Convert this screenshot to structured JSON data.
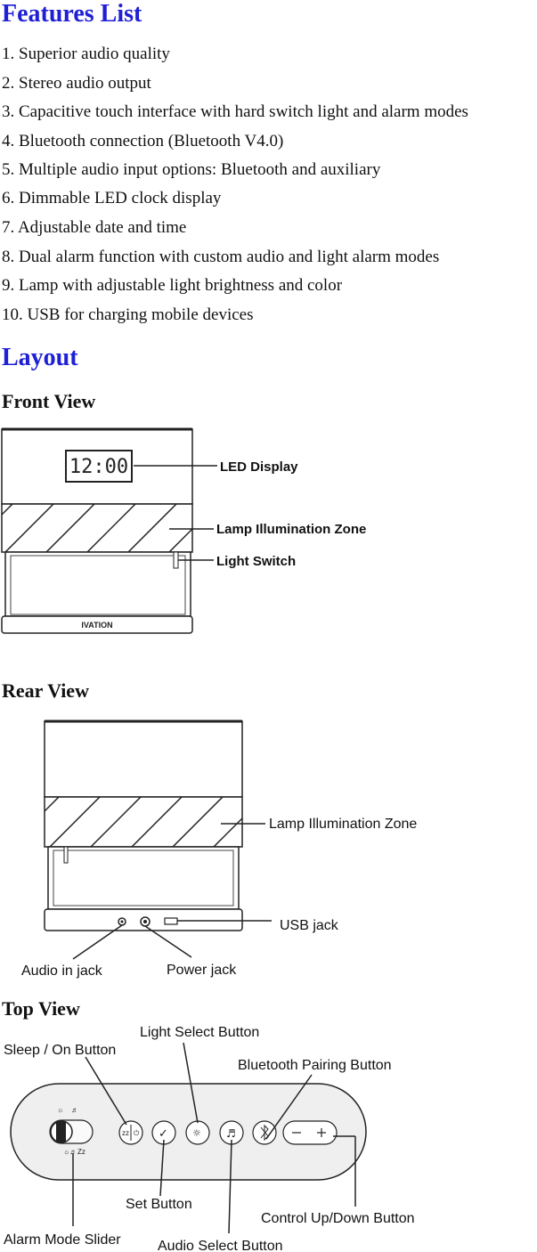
{
  "heading_features": "Features List",
  "features": [
    "1. Superior audio quality",
    "2. Stereo audio output",
    "3. Capacitive touch interface with hard switch light and alarm modes",
    "4. Bluetooth connection (Bluetooth V4.0)",
    "5. Multiple audio input options: Bluetooth and auxiliary",
    "6. Dimmable LED clock display",
    "7. Adjustable date and time",
    "8. Dual alarm function with custom audio and light alarm modes",
    "9. Lamp with adjustable light brightness and color",
    "10. USB for charging mobile devices"
  ],
  "heading_layout": "Layout",
  "front_view": {
    "title": "Front View",
    "clock": "12:00",
    "brand": "IVATION",
    "labels": {
      "led_display": "LED Display",
      "lamp_zone": "Lamp Illumination Zone",
      "light_switch": "Light Switch"
    }
  },
  "rear_view": {
    "title": "Rear View",
    "labels": {
      "lamp_zone": "Lamp Illumination Zone",
      "usb_jack": "USB jack",
      "audio_in_jack": "Audio in jack",
      "power_jack": "Power jack"
    }
  },
  "top_view": {
    "title": "Top View",
    "labels": {
      "sleep_on": "Sleep / On Button",
      "light_select": "Light Select Button",
      "bluetooth_pairing": "Bluetooth Pairing Button",
      "set_button": "Set Button",
      "control_up_down": "Control Up/Down Button",
      "alarm_mode_slider": "Alarm Mode Slider",
      "audio_select": "Audio Select Button"
    }
  },
  "colors": {
    "heading_blue": "#1f1fd6"
  }
}
